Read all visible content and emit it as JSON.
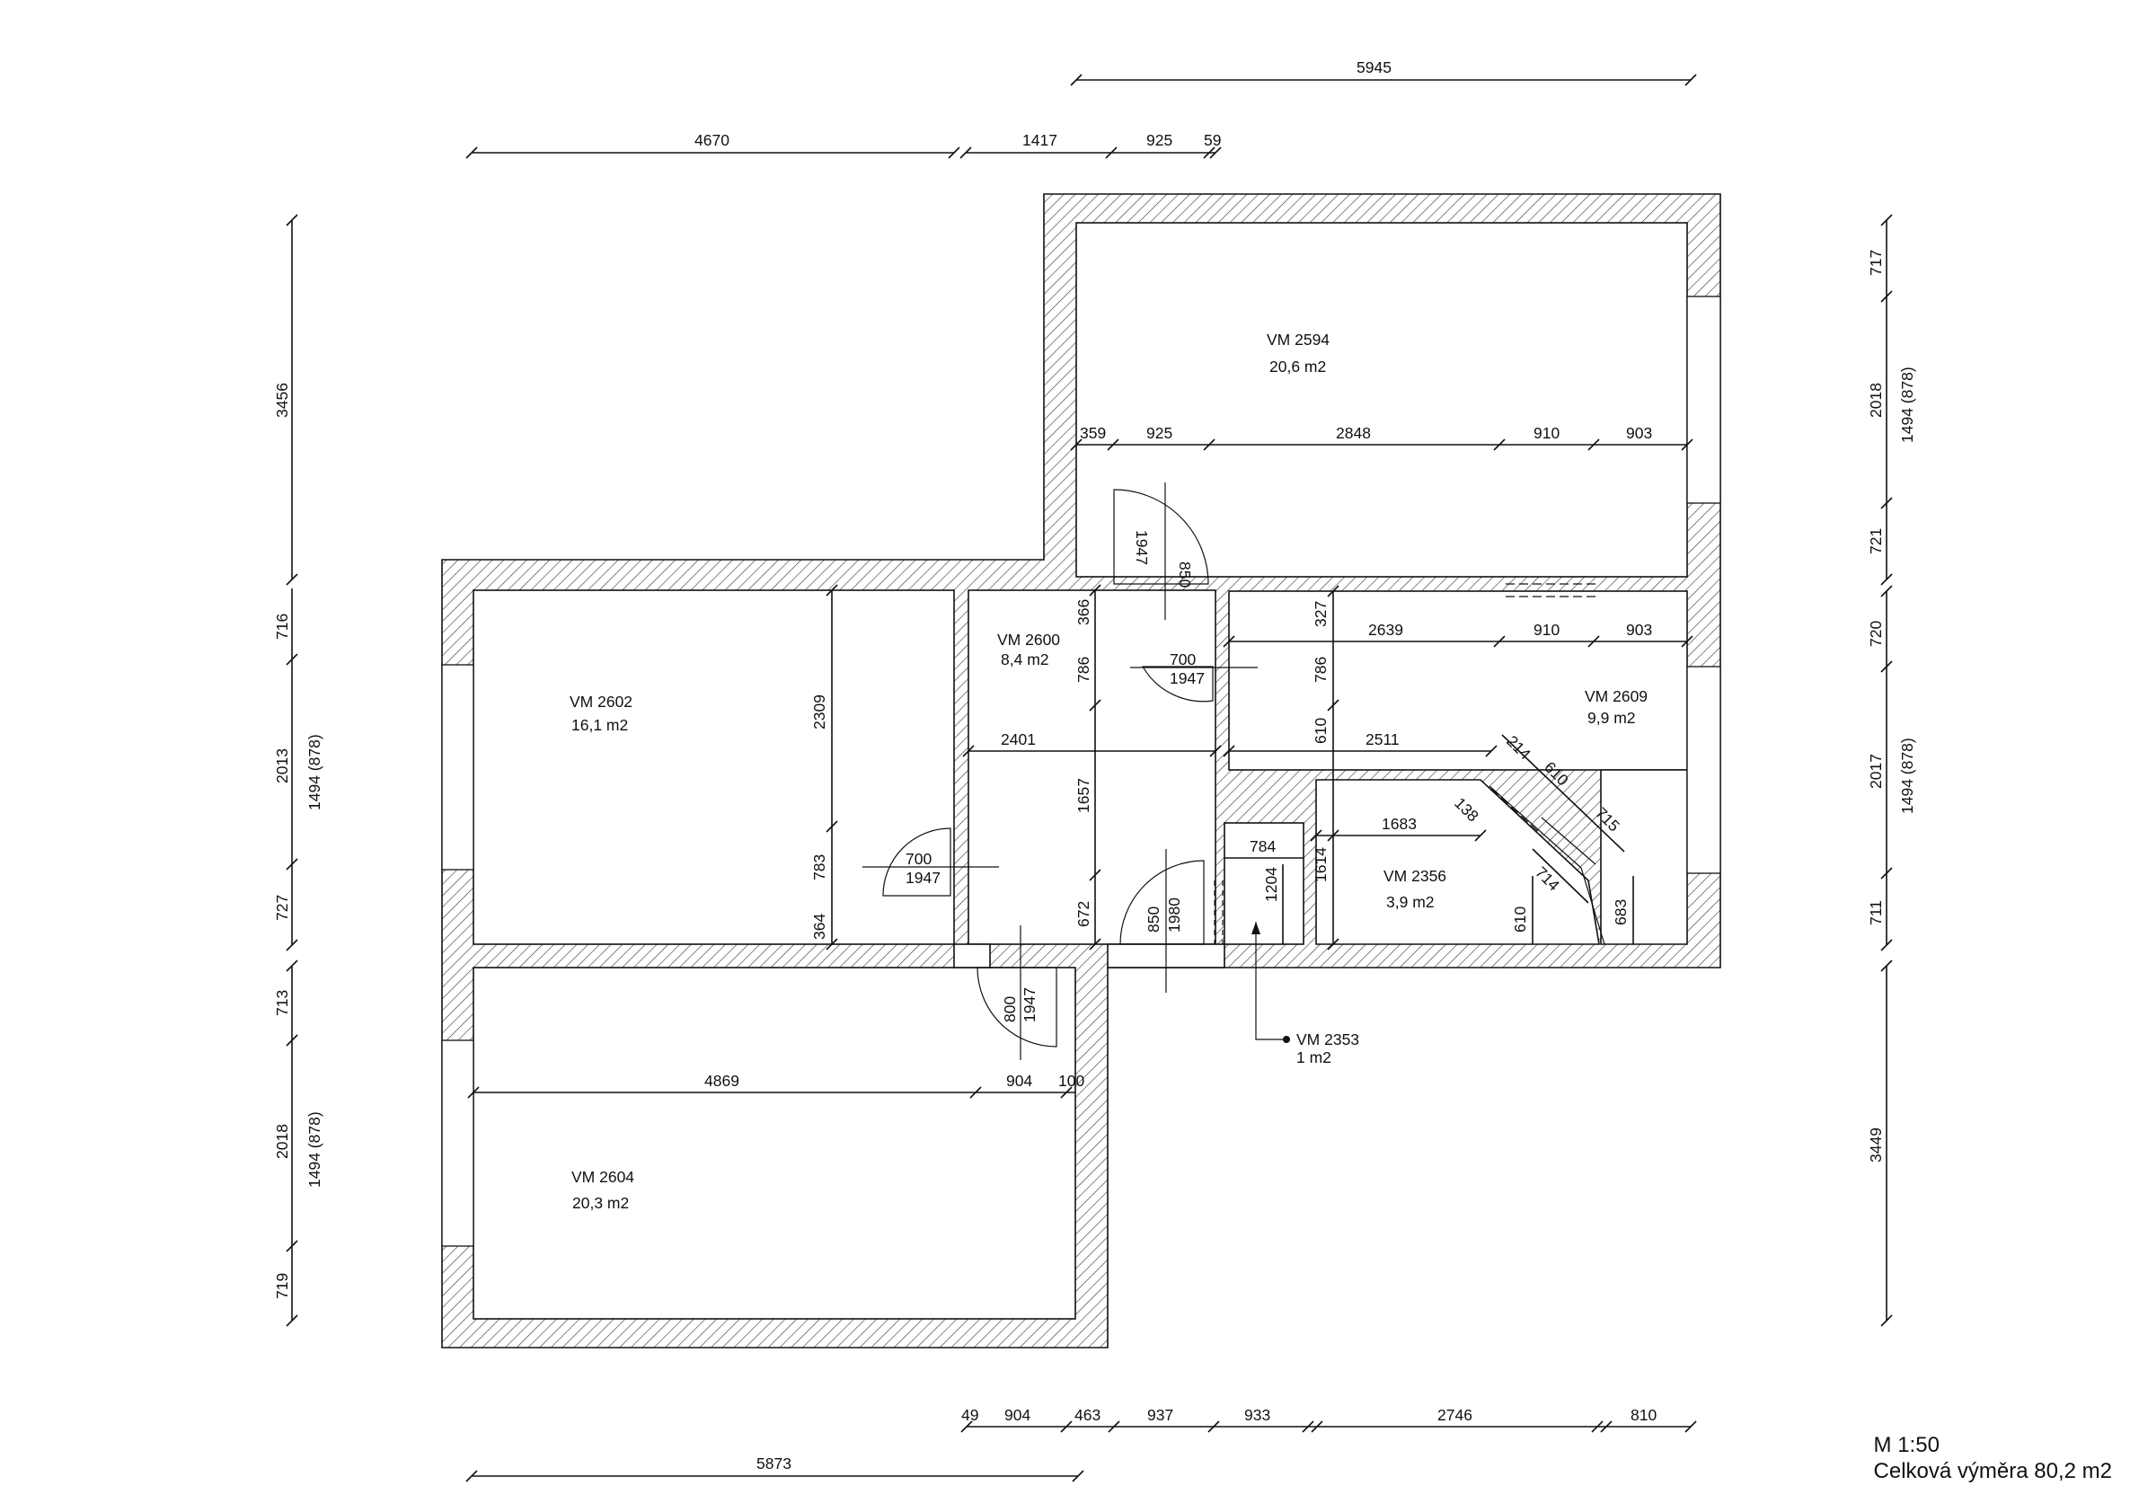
{
  "scale_label": "M 1:50",
  "total_area_label": "Celková výměra 80,2 m2",
  "rooms": {
    "r2594": {
      "id": "VM 2594",
      "area": "20,6 m2"
    },
    "r2600": {
      "id": "VM 2600",
      "area": "8,4 m2"
    },
    "r2602": {
      "id": "VM 2602",
      "area": "16,1 m2"
    },
    "r2604": {
      "id": "VM 2604",
      "area": "20,3 m2"
    },
    "r2609": {
      "id": "VM 2609",
      "area": "9,9 m2"
    },
    "r2356": {
      "id": "VM 2356",
      "area": "3,9 m2"
    },
    "r2353": {
      "id": "VM 2353",
      "area": "1 m2"
    }
  },
  "dims": {
    "top_5945": "5945",
    "top_4670": "4670",
    "top_1417": "1417",
    "top_925": "925",
    "top_59": "59",
    "left_3456": "3456",
    "left_716": "716",
    "left_2013": "2013",
    "left_1494a": "1494 (878)",
    "left_727": "727",
    "left_713": "713",
    "left_2018": "2018",
    "left_1494b": "1494 (878)",
    "left_719": "719",
    "right_717": "717",
    "right_2018": "2018",
    "right_1494a": "1494 (878)",
    "right_721": "721",
    "right_720": "720",
    "right_2017": "2017",
    "right_1494b": "1494 (878)",
    "right_711": "711",
    "right_3449": "3449",
    "bot_49": "49",
    "bot_904": "904",
    "bot_463": "463",
    "bot_937": "937",
    "bot_933": "933",
    "bot_2746": "2746",
    "bot_810": "810",
    "bot_5873": "5873",
    "i_359": "359",
    "i_925": "925",
    "i_2848": "2848",
    "i_910a": "910",
    "i_903a": "903",
    "i_850a": "850",
    "i_1947a": "1947",
    "i_366": "366",
    "i_327": "327",
    "i_2639": "2639",
    "i_910b": "910",
    "i_903b": "903",
    "i_786a": "786",
    "i_786b": "786",
    "i_700a": "700",
    "i_1947b": "1947",
    "i_2309": "2309",
    "i_2401": "2401",
    "i_610a": "610",
    "i_2511": "2511",
    "i_214": "214",
    "i_610b": "610",
    "i_715": "715",
    "i_138": "138",
    "i_1683": "1683",
    "i_1657": "1657",
    "i_784": "784",
    "i_1204": "1204",
    "i_1614": "1614",
    "i_714": "714",
    "i_700b": "700",
    "i_1947c": "1947",
    "i_783": "783",
    "i_672": "672",
    "i_850b": "850",
    "i_1980": "1980",
    "i_610c": "610",
    "i_683": "683",
    "i_364": "364",
    "i_800": "800",
    "i_1947d": "1947",
    "i_4869": "4869",
    "i_904": "904",
    "i_100": "100"
  }
}
